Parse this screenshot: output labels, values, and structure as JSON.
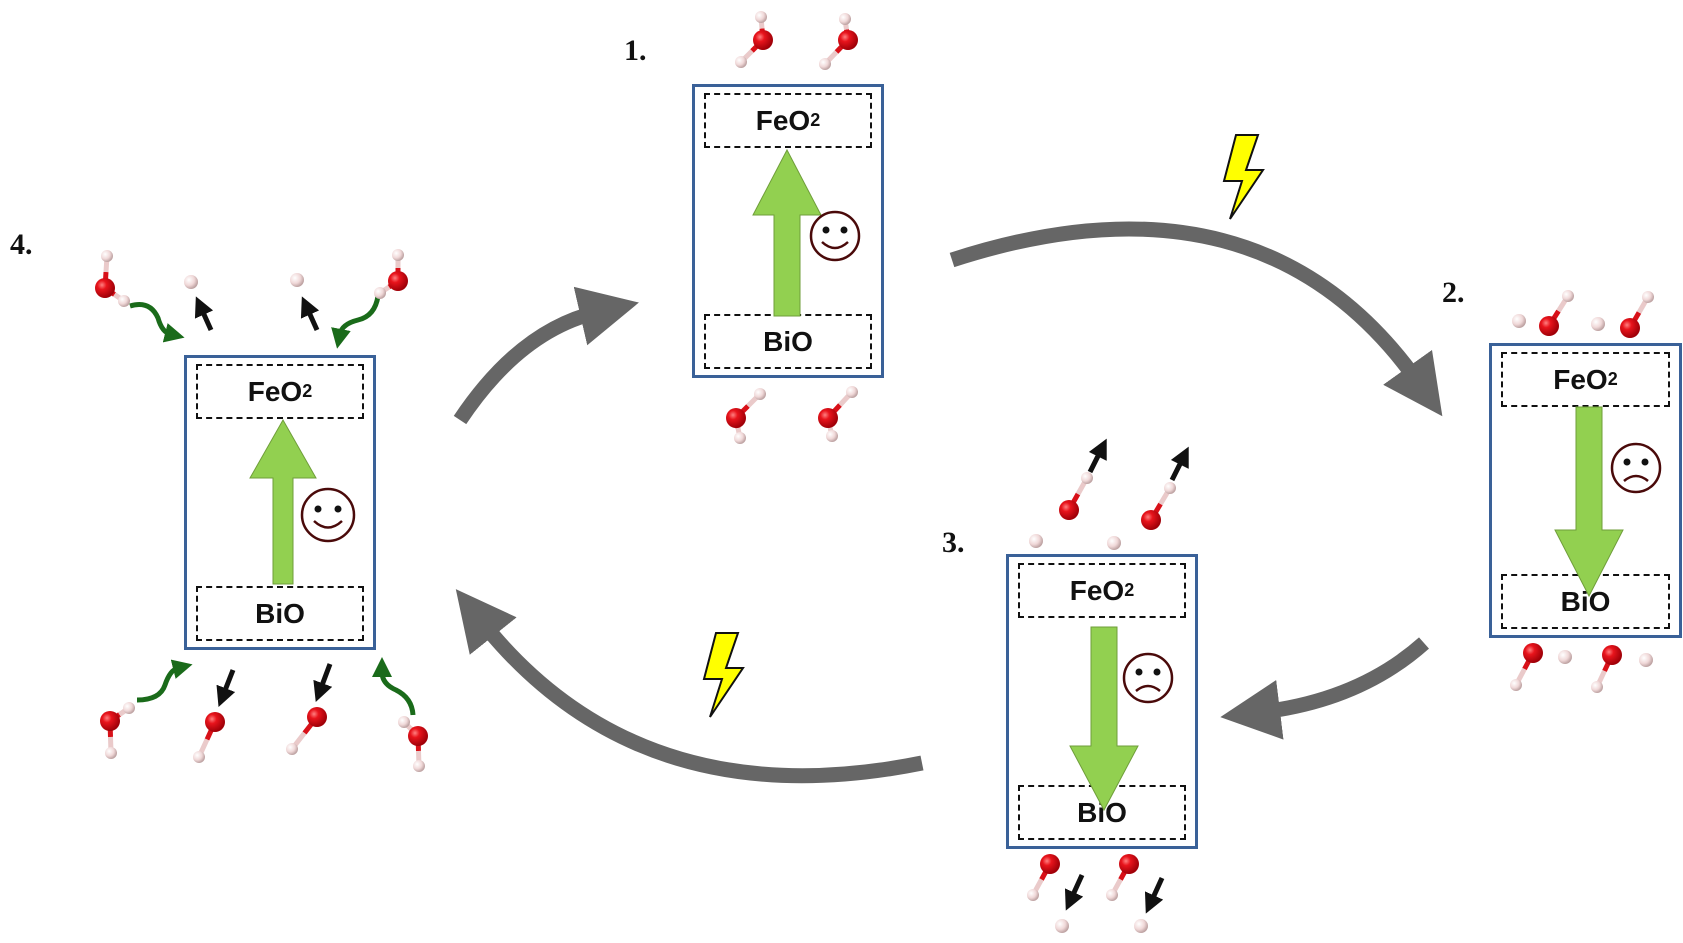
{
  "diagram": {
    "title": "",
    "colors": {
      "cycle_arrow": "#666666",
      "panel_border": "#3a6198",
      "polarization_arrow": "#92d050",
      "lightning": "#ffff00",
      "oxygen": "#e8141c",
      "hydrogen": "#f2dede",
      "adsorb_arrow": "#1a6b1a",
      "desorb_arrow": "#111111",
      "face": "#4a0a0a"
    },
    "panels": [
      {
        "step": "1.",
        "top_layer": "FeO",
        "top_layer_sub": "2",
        "bottom_layer": "BiO",
        "polarization": "up",
        "mood": "happy",
        "mood_icon": "smiley-face-icon"
      },
      {
        "step": "2.",
        "top_layer": "FeO",
        "top_layer_sub": "2",
        "bottom_layer": "BiO",
        "polarization": "down",
        "mood": "sad",
        "mood_icon": "frowning-face-icon"
      },
      {
        "step": "3.",
        "top_layer": "FeO",
        "top_layer_sub": "2",
        "bottom_layer": "BiO",
        "polarization": "down",
        "mood": "sad",
        "mood_icon": "frowning-face-icon"
      },
      {
        "step": "4.",
        "top_layer": "FeO",
        "top_layer_sub": "2",
        "bottom_layer": "BiO",
        "polarization": "up",
        "mood": "happy",
        "mood_icon": "smiley-face-icon"
      }
    ],
    "cycle_arrows": [
      {
        "from": "4",
        "to": "1",
        "light": false
      },
      {
        "from": "1",
        "to": "2",
        "light": true
      },
      {
        "from": "2",
        "to": "3",
        "light": false
      },
      {
        "from": "3",
        "to": "4",
        "light": true
      }
    ]
  }
}
